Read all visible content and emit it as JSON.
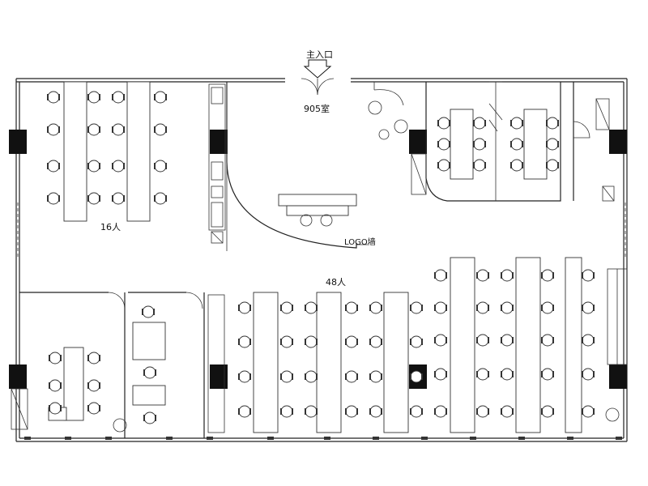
{
  "labels": {
    "main_entrance": "主入口",
    "room_number": "905室",
    "open_area_small": "16人",
    "open_area_large": "48人",
    "logo_wall": "LOGO墙"
  }
}
